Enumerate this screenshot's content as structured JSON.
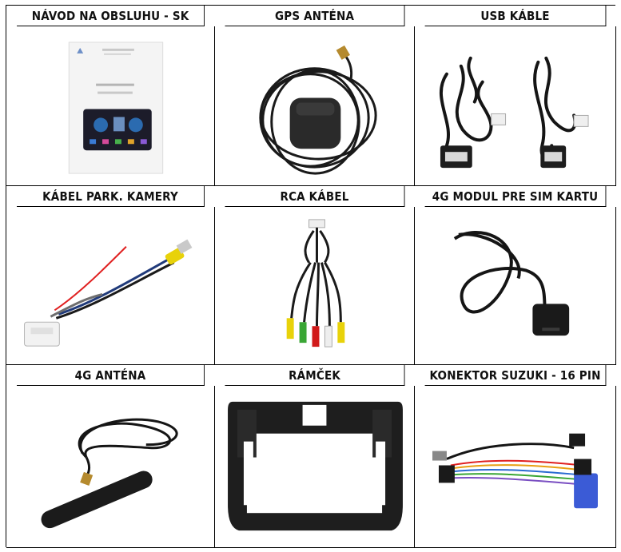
{
  "rows": [
    {
      "headers": [
        "NÁVOD NA OBSLUHU - SK",
        "GPS ANTÉNA",
        "USB KÁBLE"
      ]
    },
    {
      "headers": [
        "KÁBEL PARK. KAMERY",
        "RCA KÁBEL",
        "4G MODUL PRE SIM KARTU"
      ]
    },
    {
      "headers": [
        "4G ANTÉNA",
        "RÁMČEK",
        "KONEKTOR SUZUKI - 16 PIN"
      ]
    }
  ],
  "icons": {
    "manual": "manual-booklet-image",
    "gps": "gps-antenna-image",
    "usb": "usb-cables-image",
    "camera": "camera-cable-image",
    "rca": "rca-cable-image",
    "sim": "sim-module-image",
    "antenna4g": "4g-antenna-image",
    "frame": "frame-image",
    "connector": "connector-image"
  },
  "colors": {
    "cable": "#1a1a1a",
    "rca_yellow": "#e8d20a",
    "rca_red": "#d11a1a",
    "rca_green": "#3aa635",
    "rca_white": "#eeeeee",
    "connector_blue": "#3b5bd6",
    "wire_red": "#e02020"
  }
}
